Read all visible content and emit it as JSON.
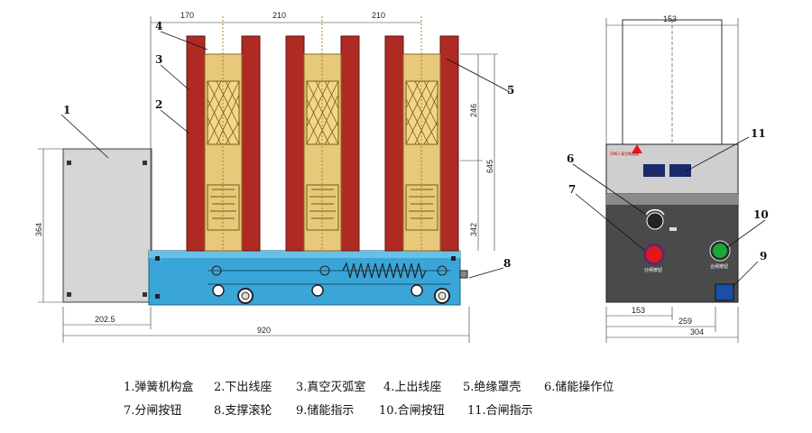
{
  "dimensions": {
    "d170": "170",
    "d210a": "210",
    "d210b": "210",
    "d246": "246",
    "d645": "645",
    "d342": "342",
    "d364": "364",
    "d202": "202.5",
    "d920": "920",
    "d153top": "153",
    "d153bot": "153",
    "d259": "259",
    "d304": "304"
  },
  "callouts": {
    "c1": "1",
    "c2": "2",
    "c3": "3",
    "c4": "4",
    "c5": "5",
    "c6": "6",
    "c7": "7",
    "c8": "8",
    "c9": "9",
    "c10": "10",
    "c11": "11"
  },
  "legend": {
    "row1": [
      "1.弹簧机构盒",
      "2.下出线座",
      "3.真空灭弧室",
      "4.上出线座",
      "5.绝缘罩壳",
      "6.储能操作位"
    ],
    "row2": [
      "7.分闸按钮",
      "8.支撑滚轮",
      "9.储能指示",
      "10.合闸按钮",
      "11.合闸指示"
    ]
  },
  "colors": {
    "pole": "#b02a24",
    "insulator": "#e8c87a",
    "base": "#3aa6d8",
    "box": "#c8c8c8",
    "panel": "#4a4a4a",
    "red_button": "#e01818",
    "green_button": "#18a838"
  }
}
